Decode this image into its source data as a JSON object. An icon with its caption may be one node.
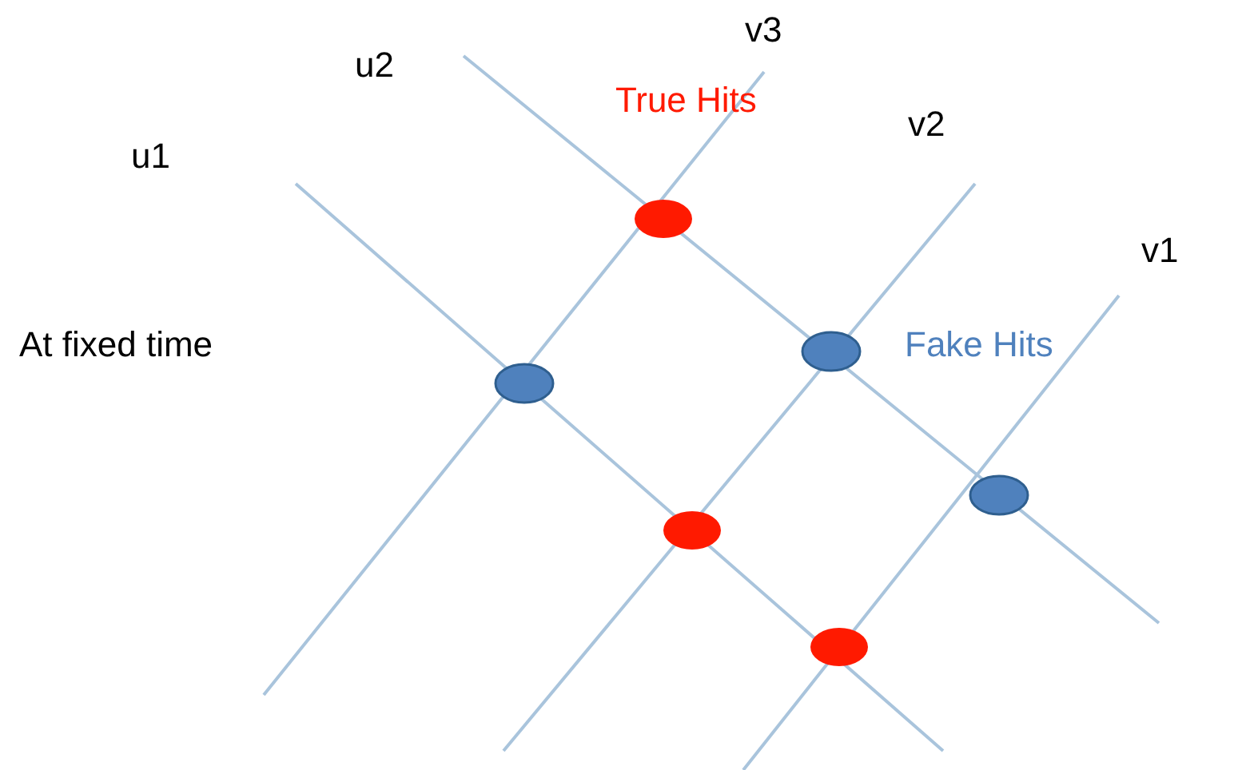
{
  "diagram": {
    "labels": [
      "v3",
      "u2",
      "u1",
      "v2",
      "v1",
      "At fixed time"
    ],
    "legend": [
      {
        "text": "True Hits",
        "color": "#ff1a00"
      },
      {
        "text": "Fake Hits",
        "color": "#4f81bd"
      }
    ]
  }
}
